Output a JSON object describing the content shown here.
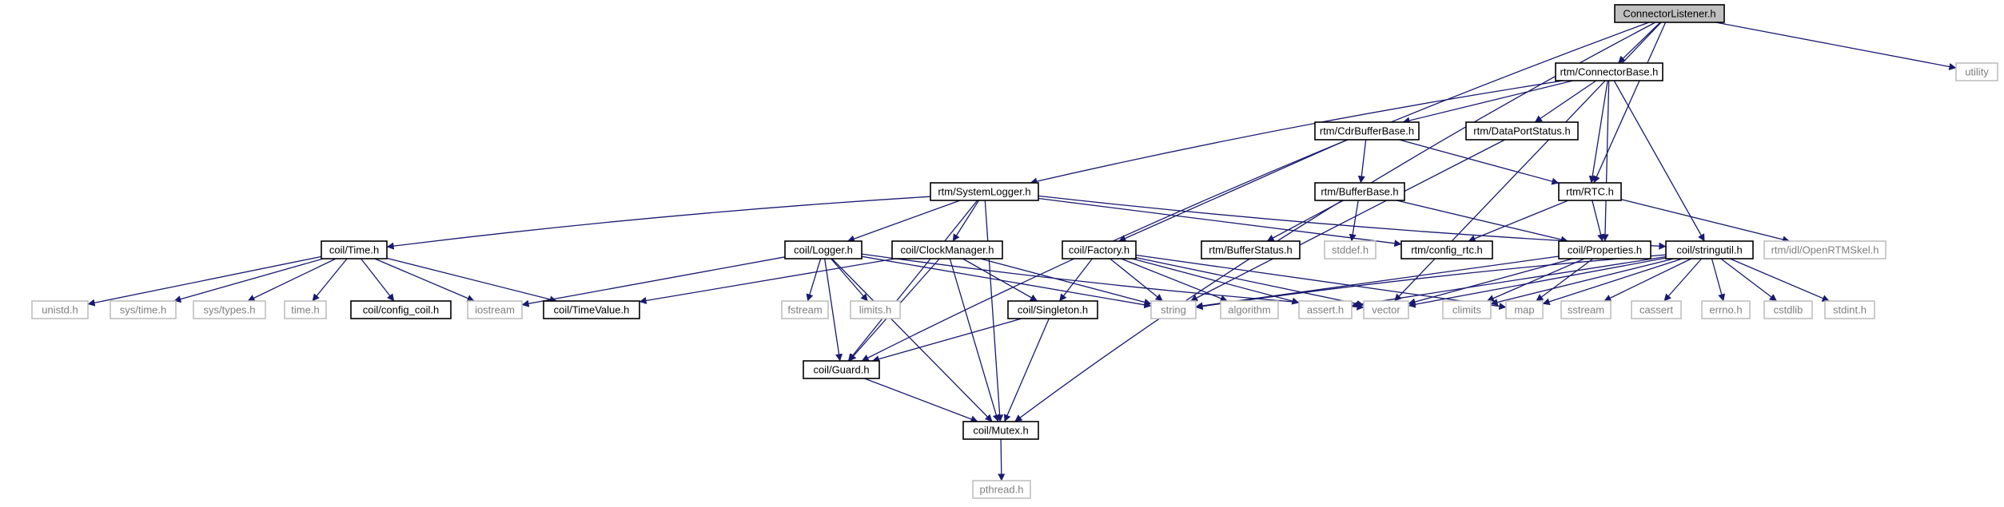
{
  "graph": {
    "title": "ConnectorListener.h",
    "colors": {
      "edge": "#191970",
      "root_fill": "#bfbfbf",
      "node_border": "#000000",
      "external_border": "#bfbfbf",
      "external_text": "#7f7f7f",
      "text": "#000000"
    },
    "nodes": [
      {
        "id": "root",
        "label": "ConnectorListener.h",
        "kind": "root"
      },
      {
        "id": "utility",
        "label": "utility",
        "kind": "external"
      },
      {
        "id": "connectorbase",
        "label": "rtm/ConnectorBase.h",
        "kind": "local"
      },
      {
        "id": "cdrbufferbase",
        "label": "rtm/CdrBufferBase.h",
        "kind": "local"
      },
      {
        "id": "dataportstatus",
        "label": "rtm/DataPortStatus.h",
        "kind": "local"
      },
      {
        "id": "systemlogger",
        "label": "rtm/SystemLogger.h",
        "kind": "local"
      },
      {
        "id": "bufferbase",
        "label": "rtm/BufferBase.h",
        "kind": "local"
      },
      {
        "id": "rtc",
        "label": "rtm/RTC.h",
        "kind": "local"
      },
      {
        "id": "time",
        "label": "coil/Time.h",
        "kind": "local"
      },
      {
        "id": "logger",
        "label": "coil/Logger.h",
        "kind": "local"
      },
      {
        "id": "clockmanager",
        "label": "coil/ClockManager.h",
        "kind": "local"
      },
      {
        "id": "factory",
        "label": "coil/Factory.h",
        "kind": "local"
      },
      {
        "id": "bufferstatus",
        "label": "rtm/BufferStatus.h",
        "kind": "local"
      },
      {
        "id": "stddef",
        "label": "stddef.h",
        "kind": "external"
      },
      {
        "id": "configrtc",
        "label": "rtm/config_rtc.h",
        "kind": "local"
      },
      {
        "id": "properties",
        "label": "coil/Properties.h",
        "kind": "local"
      },
      {
        "id": "stringutil",
        "label": "coil/stringutil.h",
        "kind": "local"
      },
      {
        "id": "openrtmskel",
        "label": "rtm/idl/OpenRTMSkel.h",
        "kind": "external"
      },
      {
        "id": "unistd",
        "label": "unistd.h",
        "kind": "external"
      },
      {
        "id": "systime",
        "label": "sys/time.h",
        "kind": "external"
      },
      {
        "id": "systypes",
        "label": "sys/types.h",
        "kind": "external"
      },
      {
        "id": "timeh",
        "label": "time.h",
        "kind": "external"
      },
      {
        "id": "configcoil",
        "label": "coil/config_coil.h",
        "kind": "local"
      },
      {
        "id": "iostream",
        "label": "iostream",
        "kind": "external"
      },
      {
        "id": "timevalue",
        "label": "coil/TimeValue.h",
        "kind": "local"
      },
      {
        "id": "fstream",
        "label": "fstream",
        "kind": "external"
      },
      {
        "id": "limits",
        "label": "limits.h",
        "kind": "external"
      },
      {
        "id": "string",
        "label": "string",
        "kind": "external"
      },
      {
        "id": "singleton",
        "label": "coil/Singleton.h",
        "kind": "local"
      },
      {
        "id": "algorithm",
        "label": "algorithm",
        "kind": "external"
      },
      {
        "id": "asserth",
        "label": "assert.h",
        "kind": "external"
      },
      {
        "id": "vector",
        "label": "vector",
        "kind": "external"
      },
      {
        "id": "climits",
        "label": "climits",
        "kind": "external"
      },
      {
        "id": "map",
        "label": "map",
        "kind": "external"
      },
      {
        "id": "sstream",
        "label": "sstream",
        "kind": "external"
      },
      {
        "id": "cassert",
        "label": "cassert",
        "kind": "external"
      },
      {
        "id": "errno",
        "label": "errno.h",
        "kind": "external"
      },
      {
        "id": "cstdlib",
        "label": "cstdlib",
        "kind": "external"
      },
      {
        "id": "stdint",
        "label": "stdint.h",
        "kind": "external"
      },
      {
        "id": "guard",
        "label": "coil/Guard.h",
        "kind": "local"
      },
      {
        "id": "mutex",
        "label": "coil/Mutex.h",
        "kind": "local"
      },
      {
        "id": "pthread",
        "label": "pthread.h",
        "kind": "external"
      }
    ],
    "edges": [
      [
        "root",
        "utility"
      ],
      [
        "root",
        "connectorbase"
      ],
      [
        "root",
        "rtc"
      ],
      [
        "root",
        "vector"
      ],
      [
        "root",
        "guard"
      ],
      [
        "root",
        "mutex"
      ],
      [
        "connectorbase",
        "cdrbufferbase"
      ],
      [
        "connectorbase",
        "dataportstatus"
      ],
      [
        "connectorbase",
        "systemlogger"
      ],
      [
        "connectorbase",
        "rtc"
      ],
      [
        "connectorbase",
        "properties"
      ],
      [
        "connectorbase",
        "stringutil"
      ],
      [
        "cdrbufferbase",
        "bufferbase"
      ],
      [
        "cdrbufferbase",
        "rtc"
      ],
      [
        "cdrbufferbase",
        "factory"
      ],
      [
        "dataportstatus",
        "string"
      ],
      [
        "bufferbase",
        "bufferstatus"
      ],
      [
        "bufferbase",
        "stddef"
      ],
      [
        "bufferbase",
        "properties"
      ],
      [
        "rtc",
        "configrtc"
      ],
      [
        "rtc",
        "properties"
      ],
      [
        "rtc",
        "openrtmskel"
      ],
      [
        "systemlogger",
        "time"
      ],
      [
        "systemlogger",
        "logger"
      ],
      [
        "systemlogger",
        "clockmanager"
      ],
      [
        "systemlogger",
        "configrtc"
      ],
      [
        "systemlogger",
        "stringutil"
      ],
      [
        "systemlogger",
        "guard"
      ],
      [
        "systemlogger",
        "mutex"
      ],
      [
        "time",
        "unistd"
      ],
      [
        "time",
        "systime"
      ],
      [
        "time",
        "systypes"
      ],
      [
        "time",
        "timeh"
      ],
      [
        "time",
        "configcoil"
      ],
      [
        "time",
        "iostream"
      ],
      [
        "time",
        "timevalue"
      ],
      [
        "logger",
        "fstream"
      ],
      [
        "logger",
        "limits"
      ],
      [
        "logger",
        "string"
      ],
      [
        "logger",
        "vector"
      ],
      [
        "logger",
        "guard"
      ],
      [
        "logger",
        "mutex"
      ],
      [
        "logger",
        "iostream"
      ],
      [
        "clockmanager",
        "timevalue"
      ],
      [
        "clockmanager",
        "string"
      ],
      [
        "clockmanager",
        "singleton"
      ],
      [
        "clockmanager",
        "guard"
      ],
      [
        "clockmanager",
        "mutex"
      ],
      [
        "factory",
        "string"
      ],
      [
        "factory",
        "map"
      ],
      [
        "factory",
        "algorithm"
      ],
      [
        "factory",
        "vector"
      ],
      [
        "factory",
        "asserth"
      ],
      [
        "factory",
        "singleton"
      ],
      [
        "singleton",
        "guard"
      ],
      [
        "singleton",
        "mutex"
      ],
      [
        "properties",
        "string"
      ],
      [
        "properties",
        "vector"
      ],
      [
        "properties",
        "map"
      ],
      [
        "properties",
        "climits"
      ],
      [
        "stringutil",
        "string"
      ],
      [
        "stringutil",
        "vector"
      ],
      [
        "stringutil",
        "sstream"
      ],
      [
        "stringutil",
        "map"
      ],
      [
        "stringutil",
        "cassert"
      ],
      [
        "stringutil",
        "errno"
      ],
      [
        "stringutil",
        "cstdlib"
      ],
      [
        "stringutil",
        "stdint"
      ],
      [
        "stringutil",
        "climits"
      ],
      [
        "stringutil",
        "asserth"
      ],
      [
        "guard",
        "mutex"
      ],
      [
        "mutex",
        "pthread"
      ]
    ]
  }
}
